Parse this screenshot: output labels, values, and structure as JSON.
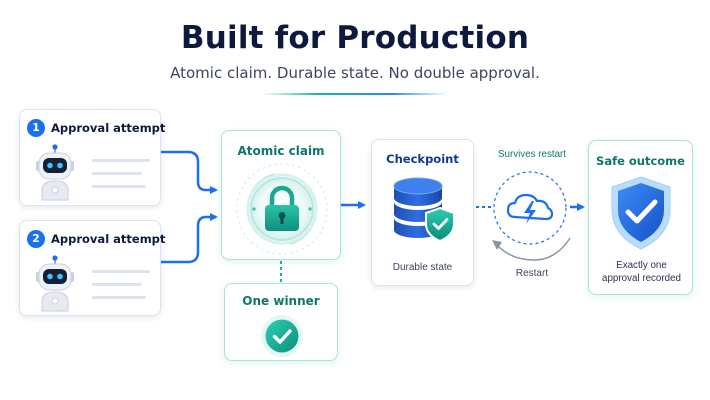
{
  "header": {
    "title": "Built for Production",
    "subtitle": "Atomic claim. Durable state. No double approval."
  },
  "attempts": [
    {
      "number": "1",
      "label": "Approval attempt",
      "icon": "robot-icon"
    },
    {
      "number": "2",
      "label": "Approval attempt",
      "icon": "robot-icon"
    }
  ],
  "atomic_claim": {
    "title": "Atomic claim",
    "icon": "lock-icon"
  },
  "one_winner": {
    "title": "One winner",
    "icon": "check-circle-icon"
  },
  "checkpoint": {
    "title": "Checkpoint",
    "caption": "Durable state",
    "icon": "database-shield-icon"
  },
  "restart": {
    "top_label": "Survives restart",
    "bottom_label": "Restart",
    "icon": "cloud-lightning-icon"
  },
  "outcome": {
    "title": "Safe outcome",
    "caption_line1": "Exactly one",
    "caption_line2": "approval recorded",
    "icon": "shield-check-icon"
  },
  "colors": {
    "accent_blue": "#1c6ff0",
    "accent_teal": "#14b8a6",
    "title_navy": "#0d1a3e",
    "teal_text": "#0f766e"
  }
}
